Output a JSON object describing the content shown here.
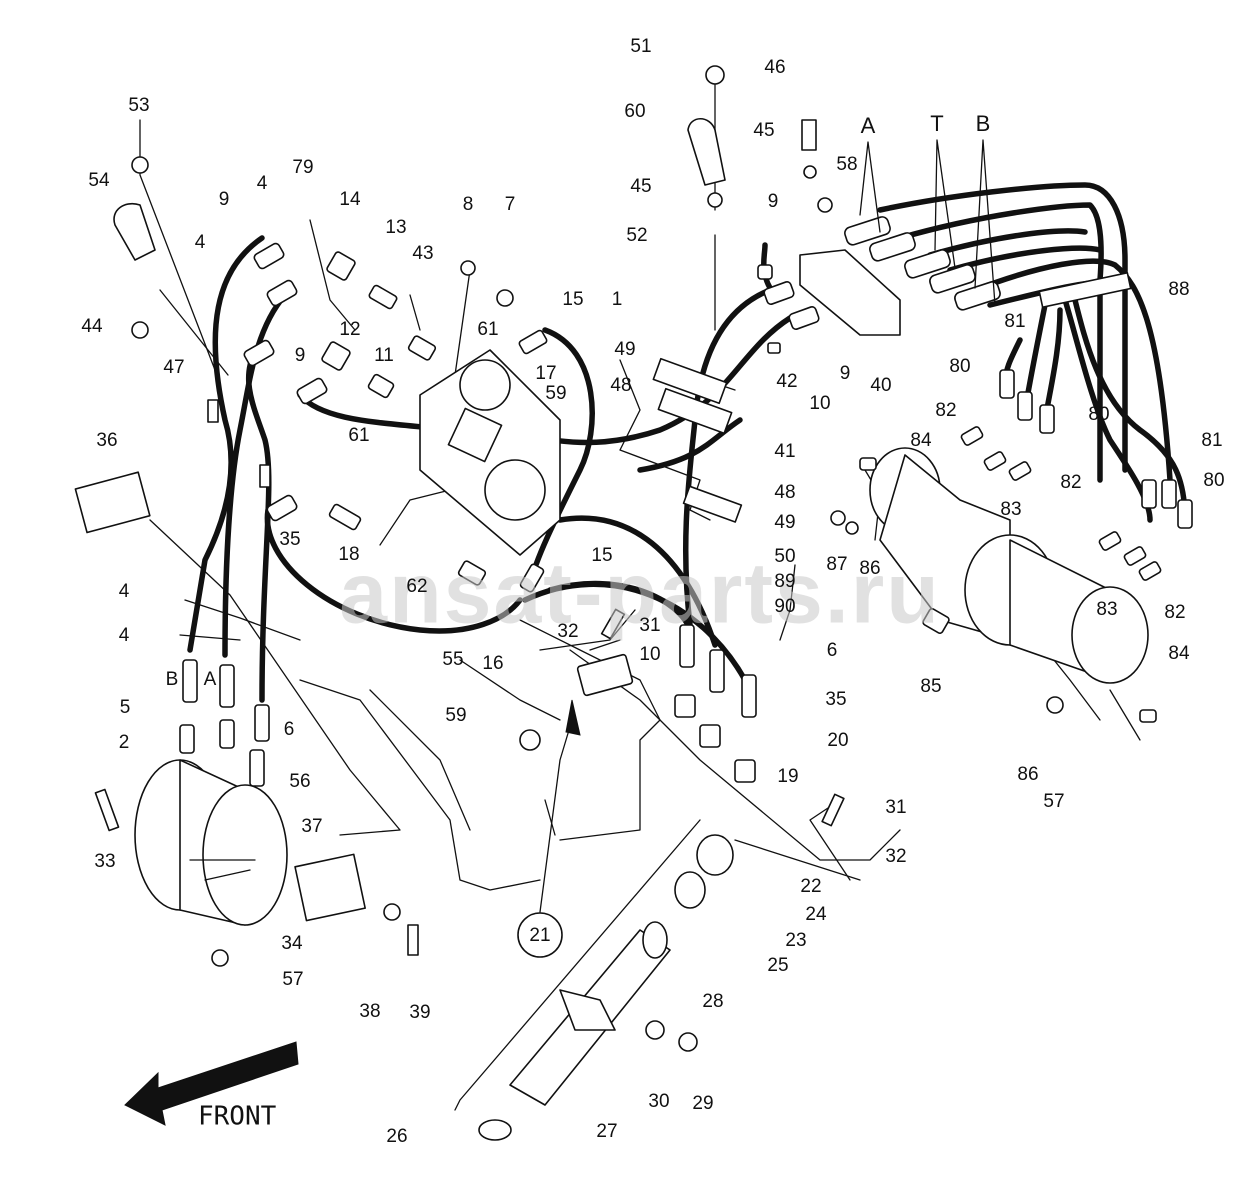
{
  "watermark": "ansat-parts.ru",
  "front_label": "FRONT",
  "circled_label": "21",
  "hose_labels": [
    "B",
    "A"
  ],
  "port_labels": [
    "A",
    "T",
    "B"
  ],
  "part_numbers": [
    "1",
    "2",
    "4",
    "5",
    "6",
    "7",
    "8",
    "9",
    "10",
    "11",
    "12",
    "13",
    "14",
    "15",
    "16",
    "17",
    "18",
    "19",
    "20",
    "22",
    "23",
    "24",
    "25",
    "26",
    "27",
    "28",
    "29",
    "30",
    "31",
    "32",
    "33",
    "34",
    "35",
    "36",
    "37",
    "38",
    "39",
    "40",
    "41",
    "42",
    "43",
    "44",
    "45",
    "46",
    "47",
    "48",
    "49",
    "50",
    "51",
    "52",
    "53",
    "54",
    "55",
    "56",
    "57",
    "58",
    "59",
    "60",
    "61",
    "62",
    "79",
    "80",
    "81",
    "82",
    "83",
    "84",
    "85",
    "86",
    "87",
    "88",
    "89",
    "90"
  ]
}
